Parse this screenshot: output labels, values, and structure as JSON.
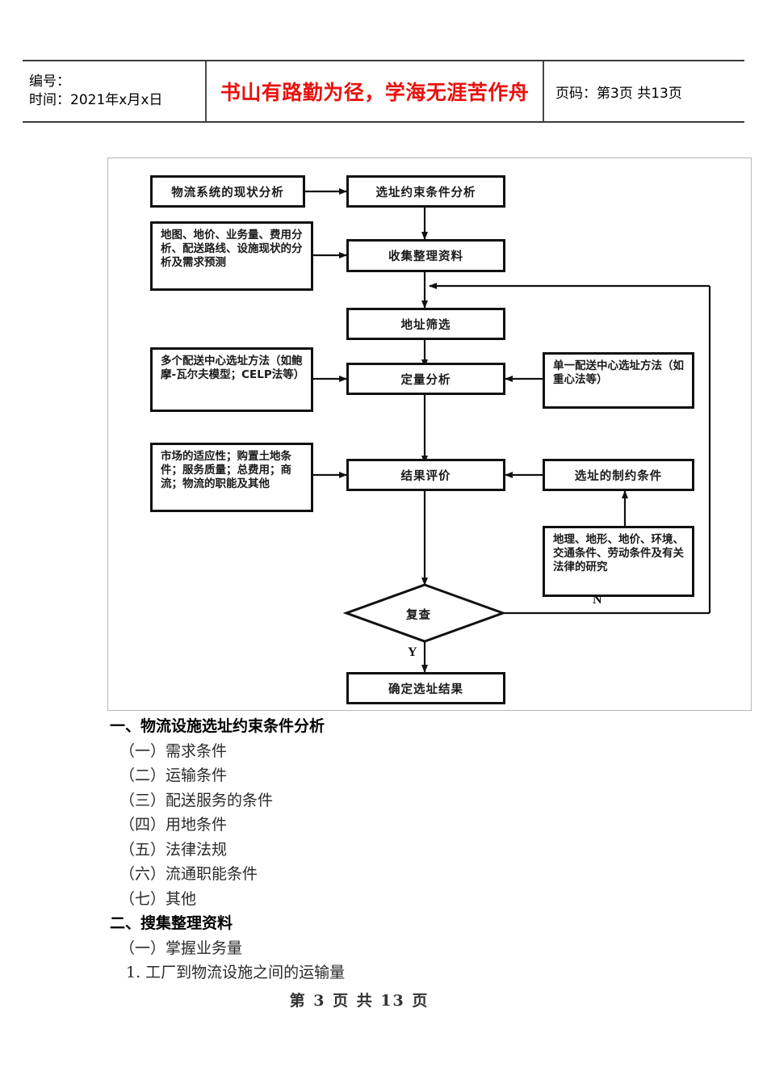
{
  "header": {
    "left": {
      "line1": "编号：",
      "line2": "时间：2021年x月x日"
    },
    "motto": "书山有路勤为径，学海无涯苦作舟",
    "motto_color": "#e8120e",
    "right": "页码：第3页 共13页"
  },
  "figure": {
    "nodes": {
      "current_status": "物流系统的现状分析",
      "constraint_analysis": "选址约束条件分析",
      "data_inputs": "地图、地价、业务量、费用分析、配送路线、设施现状的分析及需求预测",
      "collect_data": "收集整理资料",
      "site_screening": "地址筛选",
      "multi_center_methods": "多个配送中心选址方法（如鲍摩-瓦尔夫模型；CELP法等）",
      "quantitative_analysis": "定量分析",
      "single_center_methods": "单一配送中心选址方法（如重心法等）",
      "market_factors": "市场的适应性；购置土地条件；服务质量；总费用；商流；物流的职能及其他",
      "result_evaluation": "结果评价",
      "site_constraints": "选址的制约条件",
      "geo_research": "地理、地形、地价、环境、交通条件、劳动条件及有关法律的研究",
      "review_decision": "复查",
      "final_result": "确定选址结果"
    },
    "branch_labels": {
      "no": "N",
      "yes": "Y"
    }
  },
  "content": {
    "lines": [
      {
        "text": "一、物流设施选址约束条件分析",
        "style": "heading"
      },
      {
        "text": "（一）需求条件",
        "style": "sub"
      },
      {
        "text": "（二）运输条件",
        "style": "sub"
      },
      {
        "text": "（三）配送服务的条件",
        "style": "sub"
      },
      {
        "text": "（四）用地条件",
        "style": "sub"
      },
      {
        "text": "（五）法律法规",
        "style": "sub"
      },
      {
        "text": "（六）流通职能条件",
        "style": "sub"
      },
      {
        "text": "（七）其他",
        "style": "sub"
      },
      {
        "text": "二、搜集整理资料",
        "style": "heading"
      },
      {
        "text": "（一）掌握业务量",
        "style": "sub"
      },
      {
        "text": "1. 工厂到物流设施之间的运输量",
        "style": "num"
      }
    ]
  },
  "footer": {
    "page_text": "第 3 页 共 13 页"
  }
}
